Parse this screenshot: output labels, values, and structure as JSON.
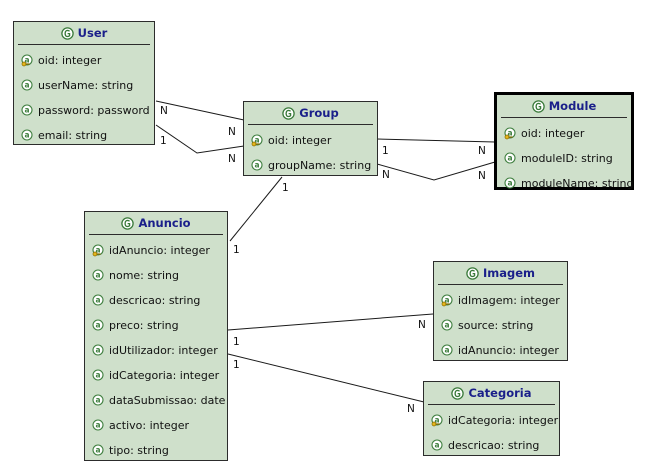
{
  "entities": {
    "user": {
      "title": "User",
      "attributes": [
        {
          "text": "oid: integer",
          "key": true
        },
        {
          "text": "userName: string",
          "key": false
        },
        {
          "text": "password: password",
          "key": false
        },
        {
          "text": "email: string",
          "key": false
        }
      ]
    },
    "group": {
      "title": "Group",
      "attributes": [
        {
          "text": "oid: integer",
          "key": true
        },
        {
          "text": "groupName: string",
          "key": false
        }
      ]
    },
    "module": {
      "title": "Module",
      "attributes": [
        {
          "text": "oid: integer",
          "key": true
        },
        {
          "text": "moduleID: string",
          "key": false
        },
        {
          "text": "moduleName: string",
          "key": false
        }
      ]
    },
    "anuncio": {
      "title": "Anuncio",
      "attributes": [
        {
          "text": "idAnuncio: integer",
          "key": true
        },
        {
          "text": "nome: string",
          "key": false
        },
        {
          "text": "descricao: string",
          "key": false
        },
        {
          "text": "preco: string",
          "key": false
        },
        {
          "text": "idUtilizador: integer",
          "key": false
        },
        {
          "text": "idCategoria: integer",
          "key": false
        },
        {
          "text": "dataSubmissao: date",
          "key": false
        },
        {
          "text": "activo: integer",
          "key": false
        },
        {
          "text": "tipo: string",
          "key": false
        }
      ]
    },
    "imagem": {
      "title": "Imagem",
      "attributes": [
        {
          "text": "idImagem: integer",
          "key": true
        },
        {
          "text": "source: string",
          "key": false
        },
        {
          "text": "idAnuncio: integer",
          "key": false
        }
      ]
    },
    "categoria": {
      "title": "Categoria",
      "attributes": [
        {
          "text": "idCategoria: integer",
          "key": true
        },
        {
          "text": "descricao: string",
          "key": false
        }
      ]
    }
  },
  "multiplicities": {
    "user_group_a_user": "N",
    "user_group_a_group": "N",
    "user_group_b_user": "1",
    "user_group_b_group": "N",
    "group_module_a_group": "1",
    "group_module_a_module": "N",
    "group_module_b_group": "N",
    "group_module_b_module": "N",
    "group_anuncio_group": "1",
    "group_anuncio_anuncio": "1",
    "anuncio_imagem_anuncio": "1",
    "anuncio_imagem_imagem": "N",
    "anuncio_categoria_anuncio": "1",
    "anuncio_categoria_categoria": "N"
  },
  "icons": {
    "entity": "entity-icon",
    "key_attribute": "key-attribute-icon",
    "attribute": "attribute-icon"
  },
  "colors": {
    "entity_fill": "#cfe0cb",
    "title_text": "#1a1f8a",
    "border": "#2c2c2c"
  }
}
